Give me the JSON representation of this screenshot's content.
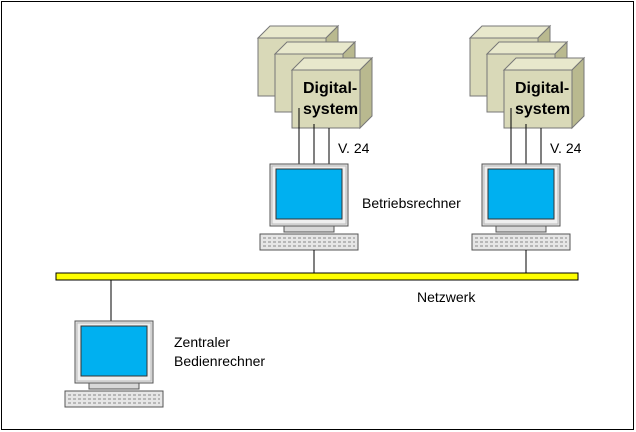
{
  "diagram": {
    "digital_system_label_line1": "Digital-",
    "digital_system_label_line2": "system",
    "interface_label": "V. 24",
    "operating_computer_label": "Betriebsrechner",
    "network_label": "Netzwerk",
    "central_computer_label_line1": "Zentraler",
    "central_computer_label_line2": "Bedienrechner"
  },
  "colors": {
    "box_front": "#d9d9b8",
    "box_side": "#b9b98f",
    "screen": "#00b0f0",
    "network_bus": "#ffff00",
    "case": "#e6e6e6"
  },
  "icons": {
    "computer": "computer-icon",
    "stack": "digital-system-stack-icon"
  }
}
